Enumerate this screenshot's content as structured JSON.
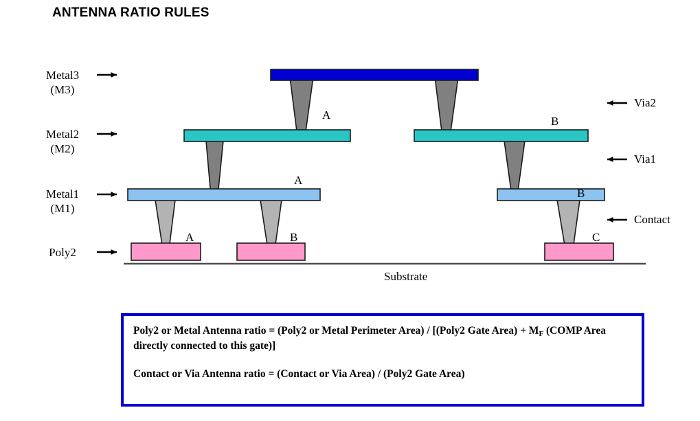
{
  "title": "ANTENNA RATIO RULES",
  "diagram": {
    "layer_labels": [
      {
        "id": "metal3",
        "line1": "Metal3",
        "line2": "(M3)",
        "arrow": "right-arrow"
      },
      {
        "id": "metal2",
        "line1": "Metal2",
        "line2": "(M2)",
        "arrow": "right-arrow"
      },
      {
        "id": "metal1",
        "line1": "Metal1",
        "line2": "(M1)",
        "arrow": "right-arrow"
      },
      {
        "id": "poly2",
        "line1": "Poly2",
        "line2": "",
        "arrow": "right-arrow"
      }
    ],
    "side_labels": [
      {
        "id": "via2",
        "label": "Via2",
        "arrow": "left-arrow"
      },
      {
        "id": "via1",
        "label": "Via1",
        "arrow": "left-arrow"
      },
      {
        "id": "contact",
        "label": "Contact",
        "arrow": "left-arrow"
      }
    ],
    "node_labels": [
      {
        "id": "m2-left",
        "text": "A"
      },
      {
        "id": "m2-right",
        "text": "B"
      },
      {
        "id": "m1-left",
        "text": "A"
      },
      {
        "id": "m1-right",
        "text": "B"
      },
      {
        "id": "poly2-a",
        "text": "A"
      },
      {
        "id": "poly2-b",
        "text": "B"
      },
      {
        "id": "poly2-c",
        "text": "C"
      }
    ],
    "substrate_label": "Substrate",
    "colors": {
      "metal3": "#0000d2",
      "metal2": "#2ac6c6",
      "metal1": "#8cc3f0",
      "poly2": "#ff99cc",
      "via": "#808080",
      "contact": "#b3b3b3",
      "outline": "#1a1a1a",
      "substrate": "#4d4d4d",
      "box_border": "#0000d2"
    }
  },
  "formulas": {
    "poly_metal_prefix": "Poly2 or Metal Antenna ratio = (Poly2 or Metal Perimeter Area) / [(Poly2 Gate Area) + M",
    "poly_metal_subscript": "F",
    "poly_metal_suffix": "(COMP Area directly connected to this gate)]",
    "contact_via": "Contact or Via Antenna ratio = (Contact or Via Area) / (Poly2 Gate Area)"
  }
}
